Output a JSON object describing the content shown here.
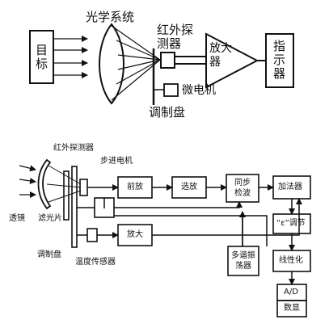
{
  "top": {
    "target": "目标",
    "optics": "光学系统",
    "ir_detector": "红外探测器",
    "amplifier": "放大器",
    "indicator": "指示器",
    "micro_motor": "微电机",
    "chopper": "调制盘"
  },
  "bottom": {
    "ir_detector": "红外探测器",
    "stepper_motor": "步进电机",
    "lens": "透镜",
    "filter": "滤光片",
    "chopper": "调制盘",
    "temp_sensor": "温度传感器",
    "preamp": "前放",
    "selective_amp": "选放",
    "sync_detect": "同步检波",
    "adder": "加法器",
    "amp": "放大",
    "multi_harmonic": "多谐振荡器",
    "epsilon_adjust": "“ε”调节",
    "linearize": "线性化",
    "adc": "A/D",
    "display": "数显"
  }
}
